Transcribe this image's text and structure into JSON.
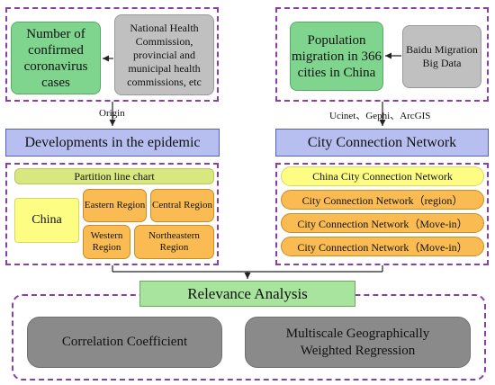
{
  "left": {
    "confirmed_cases": "Number of confirmed coronavirus cases",
    "source": "National Health Commission, provincial and municipal health commissions, etc",
    "arrow_label": "Origin",
    "band_title": "Developments in the epidemic",
    "partition_title": "Partition line chart",
    "china": "China",
    "regions": {
      "eastern": "Eastern Region",
      "central": "Central Region",
      "western": "Western Region",
      "northeastern": "Northeastern Region"
    }
  },
  "right": {
    "population": "Population migration in 366 cities in China",
    "source": "Baidu Migration Big Data",
    "arrow_label": "Ucinet、Gephi、ArcGIS",
    "band_title": "City Connection Network",
    "network_title": "China City Connection Network",
    "network_items": [
      "City Connection Network（region）",
      "City Connection Network（Move-in）",
      "City Connection Network（Move-in）"
    ]
  },
  "bottom": {
    "title": "Relevance Analysis",
    "correlation": "Correlation Coefficient",
    "mgwr": "Multiscale Geographically Weighted Regression"
  }
}
